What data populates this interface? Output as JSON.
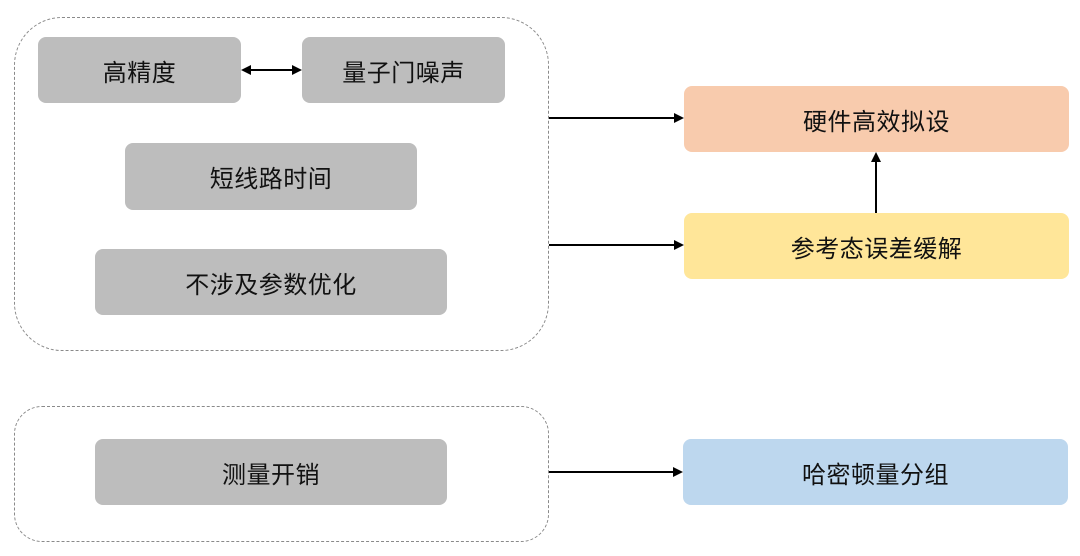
{
  "groups": {
    "top": {
      "label": ""
    },
    "bottom": {
      "label": ""
    }
  },
  "nodes": {
    "high_precision": "高精度",
    "gate_noise": "量子门噪声",
    "short_circuit_time": "短线路时间",
    "no_param_opt": "不涉及参数优化",
    "measurement_overhead": "测量开销",
    "hardware_efficient_ansatz": "硬件高效拟设",
    "reference_state_error_mitigation": "参考态误差缓解",
    "hamiltonian_grouping": "哈密顿量分组"
  },
  "colors": {
    "factor_box": "#bdbdbd",
    "ansatz": "#f8cbad",
    "mitigation": "#ffe699",
    "grouping": "#bdd7ee",
    "arrow": "#000000",
    "dashed_border": "#8a8a8a"
  },
  "edges": [
    {
      "from": "high_precision",
      "to": "gate_noise",
      "type": "bidirectional"
    },
    {
      "from": "top_group",
      "to": "hardware_efficient_ansatz",
      "type": "directed"
    },
    {
      "from": "top_group",
      "to": "reference_state_error_mitigation",
      "type": "directed"
    },
    {
      "from": "reference_state_error_mitigation",
      "to": "hardware_efficient_ansatz",
      "type": "directed"
    },
    {
      "from": "bottom_group",
      "to": "hamiltonian_grouping",
      "type": "directed"
    }
  ]
}
